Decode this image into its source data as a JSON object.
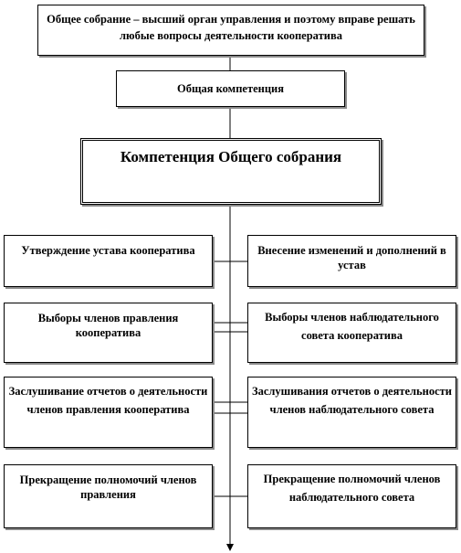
{
  "top_box": "Общее собрание – высший орган управления и поэтому вправе решать любые вопросы деятельности кооператива",
  "general_box": "Общая компетенция",
  "competence_box": "Компетенция Общего собрания",
  "rows": [
    {
      "left": "Утверждение устава кооператива",
      "right": "Внесение изменений и дополнений в устав"
    },
    {
      "left": "Выборы членов правления кооператива",
      "right": "Выборы членов наблюдательного совета кооператива"
    },
    {
      "left": "Заслушивание отчетов о деятельности членов правления кооператива",
      "right": "Заслушивания отчетов о деятельности членов наблюдательного совета"
    },
    {
      "left": "Прекращение полномочий членов правления",
      "right": "Прекращение полномочий членов наблюдательного совета"
    }
  ]
}
